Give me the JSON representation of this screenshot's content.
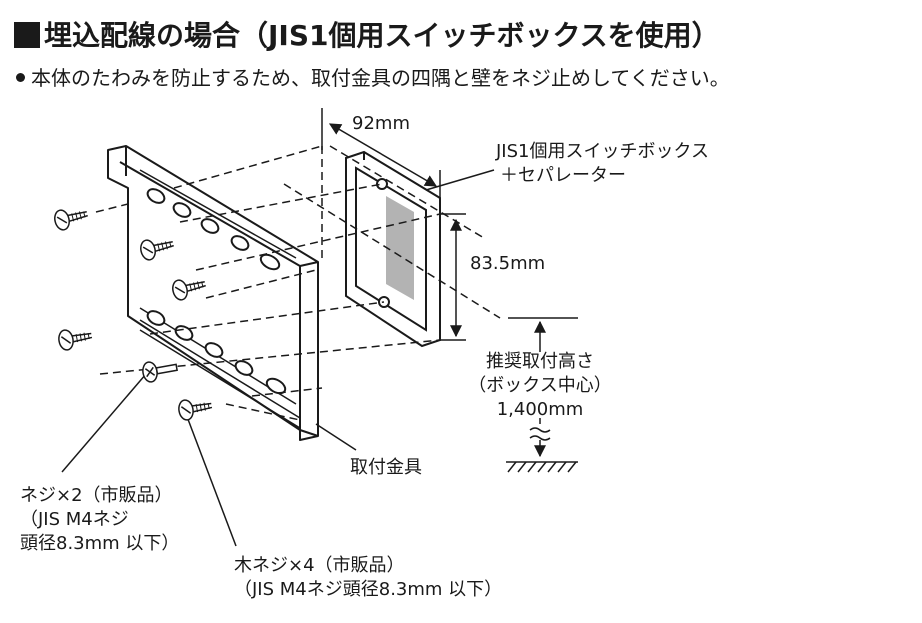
{
  "heading": "埋込配線の場合（JIS1個用スイッチボックスを使用）",
  "note": "本体のたわみを防止するため、取付金具の四隅と壁をネジ止めしてください。",
  "labels": {
    "width": "92mm",
    "box_line1": "JIS1個用スイッチボックス",
    "box_line2": "＋セパレーター",
    "height": "83.5mm",
    "rec_line1": "推奨取付高さ",
    "rec_line2": "（ボックス中心）",
    "rec_line3": "1,400mm",
    "bracket": "取付金具",
    "screw_line1": "ネジ×2（市販品）",
    "screw_line2": "（JIS M4ネジ",
    "screw_line3": "頭径8.3mm 以下）",
    "wood_line1": "木ネジ×4（市販品）",
    "wood_line2": "（JIS M4ネジ頭径8.3mm 以下）"
  },
  "colors": {
    "ink": "#1a1a1a",
    "separator_fill": "#b3b3b3"
  }
}
